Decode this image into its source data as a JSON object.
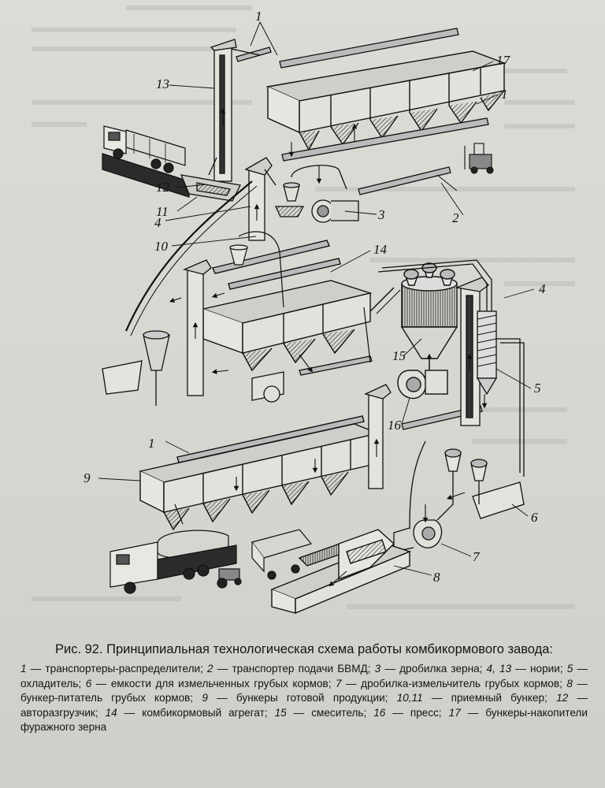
{
  "figure": {
    "labels": {
      "n1a": "1",
      "n1b": "1",
      "n1c": "1",
      "n2": "2",
      "n3": "3",
      "n4a": "4",
      "n4b": "4",
      "n5": "5",
      "n6": "6",
      "n7": "7",
      "n8": "8",
      "n9": "9",
      "n10": "10",
      "n11": "11",
      "n12": "12",
      "n13": "13",
      "n14": "14",
      "n15": "15",
      "n16": "16",
      "n17": "17"
    }
  },
  "caption": {
    "title": "Рис. 92. Принципиальная технологическая схема работы комбикормового завода:",
    "legend": [
      {
        "n": "1",
        "t": "транспортеры-распределители"
      },
      {
        "n": "2",
        "t": "транспортер подачи БВМД"
      },
      {
        "n": "3",
        "t": "дробилка зерна"
      },
      {
        "n": "4, 13",
        "t": "нории"
      },
      {
        "n": "5",
        "t": "охладитель"
      },
      {
        "n": "6",
        "t": "емкости для измельченных грубых кормов"
      },
      {
        "n": "7",
        "t": "дробилка-измельчитель грубых кормов"
      },
      {
        "n": "8",
        "t": "бункер-питатель грубых кормов"
      },
      {
        "n": "9",
        "t": "бункеры готовой продукции"
      },
      {
        "n": "10,11",
        "t": "приемный бункер"
      },
      {
        "n": "12",
        "t": "авторазгрузчик"
      },
      {
        "n": "14",
        "t": "комбикормовый агрегат"
      },
      {
        "n": "15",
        "t": "смеситель"
      },
      {
        "n": "16",
        "t": "пресс"
      },
      {
        "n": "17",
        "t": "бункеры-накопители фуражного зерна"
      }
    ]
  }
}
